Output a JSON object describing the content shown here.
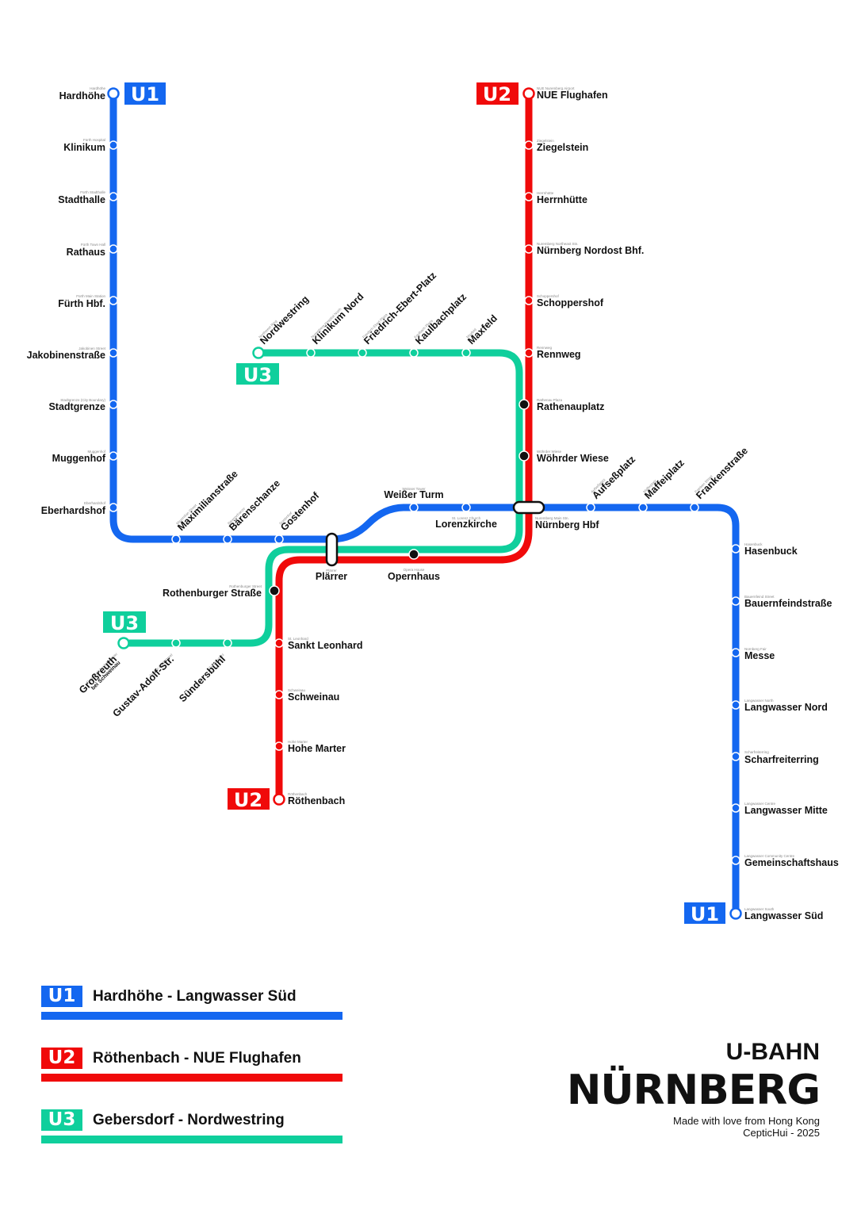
{
  "colors": {
    "u1": "#1467f0",
    "u2": "#f00a0a",
    "u3": "#0fcf9c",
    "interchange": "#111111"
  },
  "lines": [
    {
      "id": "u1",
      "badge": "U1",
      "stations": [
        {
          "name": "Hardhöhe",
          "sub": "Hardhöhe"
        },
        {
          "name": "Klinikum",
          "sub": "Fürth Hospital"
        },
        {
          "name": "Stadthalle",
          "sub": "Fürth Stadthalle"
        },
        {
          "name": "Rathaus",
          "sub": "Fürth Town Hall"
        },
        {
          "name": "Fürth Hbf.",
          "sub": "Fürth Main Station"
        },
        {
          "name": "Jakobinenstraße",
          "sub": "Jakobinen Street"
        },
        {
          "name": "Stadtgrenze",
          "sub": "Stadtgrenze (City Boundary)"
        },
        {
          "name": "Muggenhof",
          "sub": "Muggenhof"
        },
        {
          "name": "Eberhardshof",
          "sub": "Eberhardshof"
        },
        {
          "name": "Maximilianstraße",
          "sub": "Maximilian Street"
        },
        {
          "name": "Bärenschanze",
          "sub": "Bärenschanze"
        },
        {
          "name": "Gostenhof",
          "sub": "Gostenhof"
        },
        {
          "name": "Weißer Turm",
          "sub": "Weisser Tower"
        },
        {
          "name": "Lorenzkirche",
          "sub": "St. Lorenz Church"
        },
        {
          "name": "Aufseßplatz",
          "sub": "Aufseßplatz"
        },
        {
          "name": "Maffeiplatz",
          "sub": "Maffeiplatz"
        },
        {
          "name": "Frankenstraße",
          "sub": "Franken Street"
        },
        {
          "name": "Hasenbuck",
          "sub": "Hasenbuck"
        },
        {
          "name": "Bauernfeindstraße",
          "sub": "Bauernfeind Street"
        },
        {
          "name": "Messe",
          "sub": "Nürnberg Fair"
        },
        {
          "name": "Langwasser Nord",
          "sub": "Langwasser North"
        },
        {
          "name": "Scharfreiterring",
          "sub": "Scharfreiterring"
        },
        {
          "name": "Langwasser Mitte",
          "sub": "Langwasser Centre"
        },
        {
          "name": "Gemeinschaftshaus",
          "sub": "Langwasser Community Centre"
        },
        {
          "name": "Langwasser Süd",
          "sub": "Langwasser South"
        }
      ]
    },
    {
      "id": "u2",
      "badge": "U2",
      "stations": [
        {
          "name": "NUE Flughafen",
          "sub": "NUE Nuremberg Airport"
        },
        {
          "name": "Ziegelstein",
          "sub": "Ziegelstein"
        },
        {
          "name": "Herrnhütte",
          "sub": "Herrnhütte"
        },
        {
          "name": "Nürnberg Nordost Bhf.",
          "sub": "Nuremberg Northeast Stn."
        },
        {
          "name": "Schoppershof",
          "sub": "Schoppershof"
        },
        {
          "name": "Rennweg",
          "sub": "Rennweg"
        },
        {
          "name": "Rathenauplatz",
          "sub": "Rathenau Plaza"
        },
        {
          "name": "Wöhrder Wiese",
          "sub": "Wöhrder Wiese"
        },
        {
          "name": "Opernhaus",
          "sub": "Opera House"
        },
        {
          "name": "Rothenburger Straße",
          "sub": "Rothenburger Street"
        },
        {
          "name": "Sankt Leonhard",
          "sub": "St. Leonhard"
        },
        {
          "name": "Schweinau",
          "sub": "Schweinau"
        },
        {
          "name": "Hohe Marter",
          "sub": "Hohe Marter"
        },
        {
          "name": "Röthenbach",
          "sub": "Röthenbach"
        }
      ]
    },
    {
      "id": "u3",
      "badge": "U3",
      "stations": [
        {
          "name": "Nordwestring",
          "sub": "Northwest Ring"
        },
        {
          "name": "Klinikum Nord",
          "sub": "Nuremberg Hospital North"
        },
        {
          "name": "Friedrich-Ebert-Platz",
          "sub": "Friedrich-Ebert Plaza"
        },
        {
          "name": "Kaulbachplatz",
          "sub": "Kaulbach Plaza"
        },
        {
          "name": "Maxfeld",
          "sub": "Maxfeld"
        },
        {
          "name": "Großreuth",
          "sub": "Grossreuth bei Schweinau",
          "note": "bei Schweinau"
        },
        {
          "name": "Gustav-Adolf-Str.",
          "sub": "Gustav-Adolf Street"
        },
        {
          "name": "Sündersbühl",
          "sub": "Sündersbühl"
        }
      ]
    }
  ],
  "interchanges": [
    {
      "name": "Plärrer",
      "sub": "Plärrer"
    },
    {
      "name": "Nürnberg Hbf",
      "sub": "Nuremberg Main Stn."
    }
  ],
  "legend": [
    {
      "line": "u1",
      "badge": "U1",
      "label": "Hardhöhe - Langwasser Süd"
    },
    {
      "line": "u2",
      "badge": "U2",
      "label": "Röthenbach - NUE Flughafen"
    },
    {
      "line": "u3",
      "badge": "U3",
      "label": "Gebersdorf - Nordwestring"
    }
  ],
  "title": {
    "subtitle": "U-BAHN",
    "title": "NÜRNBERG",
    "credit_line1": "Made with love from Hong Kong",
    "credit_line2": "CepticHui - 2025"
  }
}
